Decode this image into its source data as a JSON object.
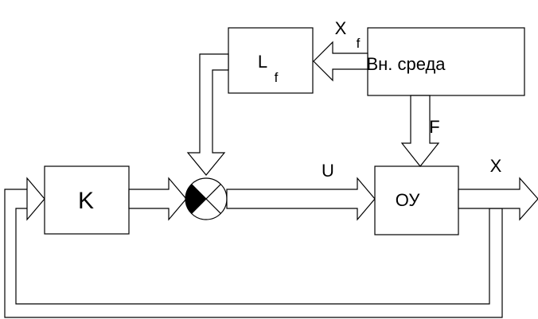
{
  "blocks": {
    "controller": {
      "label": "K"
    },
    "filter": {
      "label": "L",
      "subscript": "f"
    },
    "environment": {
      "label": "Вн. среда"
    },
    "plant": {
      "label": "ОУ"
    }
  },
  "signals": {
    "disturbance_measured": {
      "label": "X",
      "subscript": "f"
    },
    "disturbance": {
      "label": "F"
    },
    "control": {
      "label": "U"
    },
    "output": {
      "label": "X"
    }
  }
}
